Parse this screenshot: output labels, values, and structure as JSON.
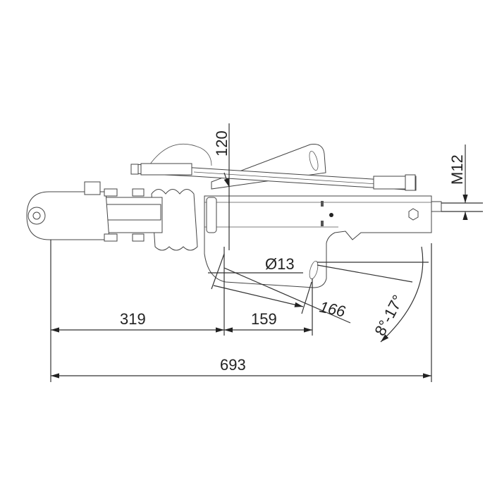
{
  "title": "Overrun coupling technical drawing",
  "dimensions": {
    "height_120": "120",
    "thread_m12": "M12",
    "hole_diameter": "Ø13",
    "slant_166": "166",
    "angle_range": "8°-17°",
    "length_319": "319",
    "length_159": "159",
    "total_693": "693"
  },
  "colors": {
    "line": "#333333",
    "background": "#ffffff"
  }
}
